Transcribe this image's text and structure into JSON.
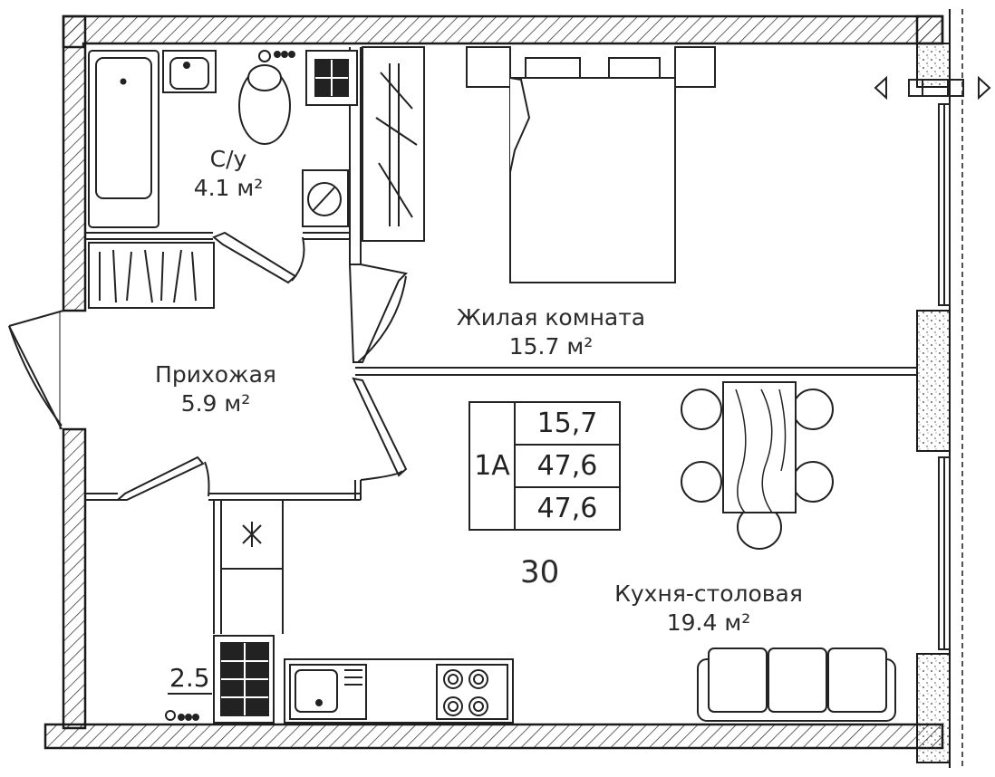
{
  "rooms": [
    {
      "key": "bathroom",
      "name": "С/у",
      "area": "4.1 м²"
    },
    {
      "key": "living",
      "name": "Жилая комната",
      "area": "15.7 м²"
    },
    {
      "key": "hall",
      "name": "Прихожая",
      "area": "5.9 м²"
    },
    {
      "key": "kitchen",
      "name": "Кухня-столовая",
      "area": "19.4 м²"
    }
  ],
  "apartment": {
    "number": "30",
    "type": "1А",
    "living_area": "15,7",
    "total_area": "47,6",
    "total_area_2": "47,6"
  },
  "ceiling_height": "2.5",
  "colors": {
    "wall": "#1a1a1a",
    "line": "#222222",
    "background": "#ffffff"
  }
}
